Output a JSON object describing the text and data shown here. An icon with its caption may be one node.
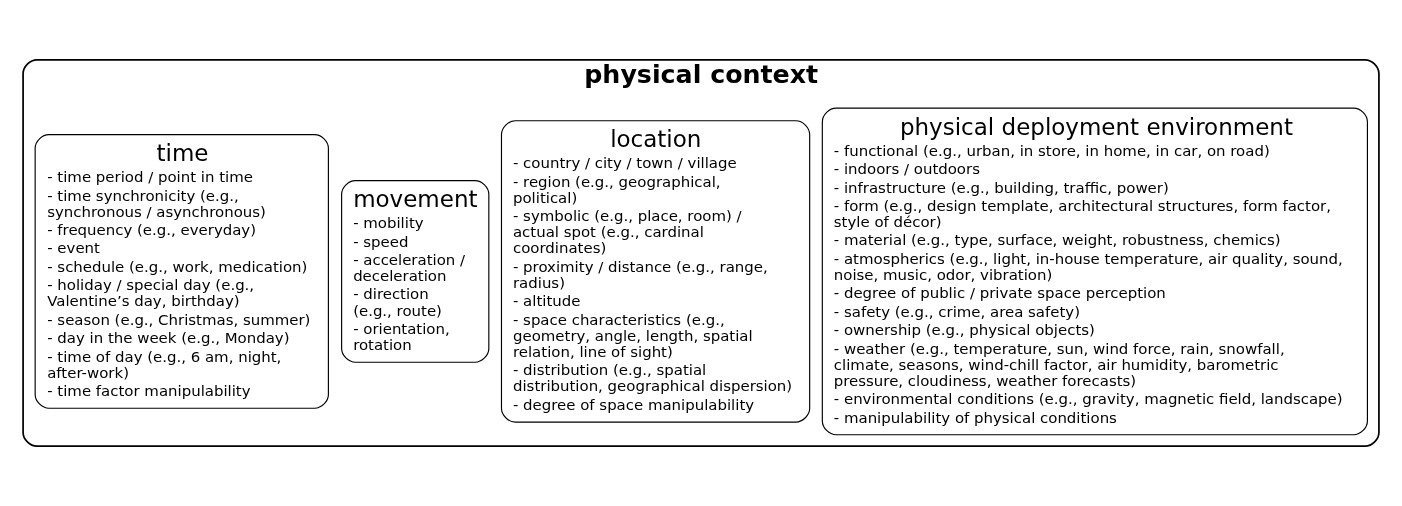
{
  "diagram": {
    "nodes": [
      {
        "text": [
          "physical context"
        ]
      },
      {
        "text": [
          "physical deployment environment",
          "- functional (e.g., urban, in store, in home, in car, on road)",
          "- indoors / outdoors",
          "- infrastructure (e.g., building, traffic, power)",
          "- form (e.g., design template, architectural structures, form factor, style of décor)",
          "- material (e.g., type, surface, weight, robustness, chemics)",
          "- atmospherics (e.g., light, in-house temperature, air quality, sound, noise, music, odor, vibration)",
          "- degree of public / private space perception",
          "- safety (e.g., crime, area safety)",
          "- ownership (e.g., physical objects)",
          "- weather (e.g., temperature, sun, wind force, rain, snowfall, climate, seasons, wind-chill factor, air humidity, barometric pressure, cloudiness, weather forecasts)",
          "- environmental conditions (e.g., gravity, magnetic field, landscape)",
          "- manipulability of physical conditions"
        ],
        "in": 0
      },
      {
        "text": [
          "location",
          "- country / city / town / village",
          "- region (e.g., geographical, political)",
          "- symbolic (e.g., place, room) / actual spot (e.g., cardinal coordinates)",
          "- proximity / distance (e.g., range, radius)",
          "- altitude",
          "- space characteristics (e.g., geometry, angle, length, spatial relation, line of sight)",
          "- distribution (e.g., spatial distribution, geographical dispersion)",
          "- degree of space manipulability"
        ],
        "in": 0
      },
      {
        "text": [
          "movement",
          "- mobility",
          "- speed",
          "- acceleration / deceleration",
          "- direction (e.g., route)",
          "- orientation, rotation"
        ],
        "in": 0
      },
      {
        "text": [
          "time",
          "- time period / point in time",
          "- time synchronicity (e.g., synchronous / asynchronous)",
          "- frequency (e.g., everyday)",
          "- event",
          "- schedule (e.g., work, medication)",
          "- holiday / special day (e.g., Valentine’s day, birthday)",
          "- season (e.g., Christmas, summer)",
          "- day in the week (e.g., Monday)",
          "- time of day (e.g., 6 am, night, after-work)",
          "- time factor manipulability"
        ],
        "in": 0
      }
    ],
    "edges": []
  }
}
